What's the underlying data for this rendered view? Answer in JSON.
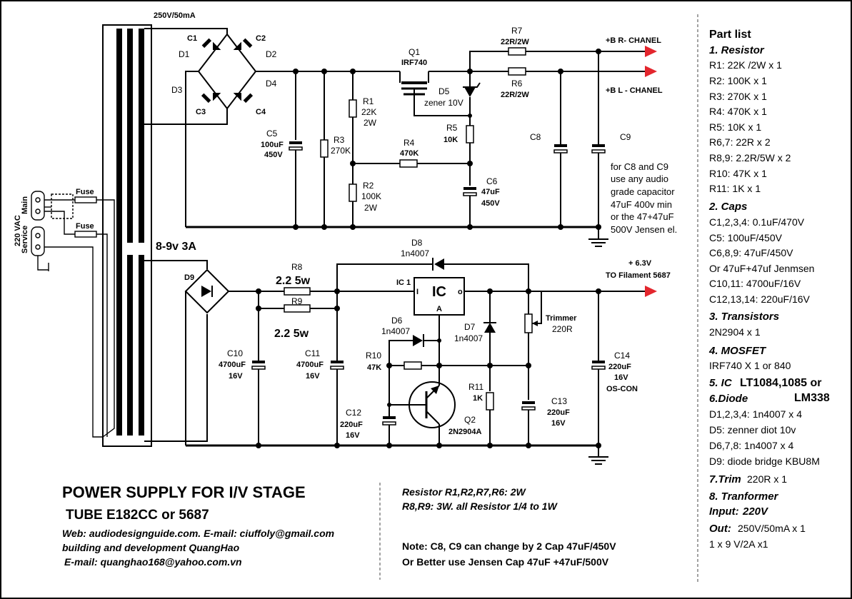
{
  "colors": {
    "arrow": "#e3262d",
    "wire": "#000000",
    "background": "#ffffff"
  },
  "transformer": {
    "hv_rating": "250V/50mA",
    "lv_rating": "8-9v 3A"
  },
  "mains": {
    "voltage": "220 VAC",
    "switch_main": "Main",
    "switch_service": "Service",
    "fuse1": "Fuse",
    "fuse2": "Fuse"
  },
  "hv": {
    "c1": "C1",
    "c2": "C2",
    "c3": "C3",
    "c4": "C4",
    "d1": "D1",
    "d2": "D2",
    "d3": "D3",
    "d4": "D4",
    "c5_ref": "C5",
    "c5_val1": "100uF",
    "c5_val2": "450V",
    "r3_ref": "R3",
    "r3_val": "270K",
    "r1_ref": "R1",
    "r1_val1": "22K",
    "r1_val2": "2W",
    "r2_ref": "R2",
    "r2_val1": "100K",
    "r2_val2": "2W",
    "r4_ref": "R4",
    "r4_val": "470K",
    "q1_ref": "Q1",
    "q1_val": "IRF740",
    "d5_ref": "D5",
    "d5_val": "zener 10V",
    "r5_ref": "R5",
    "r5_val": "10K",
    "c6_ref": "C6",
    "c6_val1": "47uF",
    "c6_val2": "450V",
    "r7_ref": "R7",
    "r7_val": "22R/2W",
    "r6_ref": "R6",
    "r6_val": "22R/2W",
    "c8_ref": "C8",
    "c9_ref": "C9",
    "out_r": "+B  R- CHANEL",
    "out_l": "+B  L - CHANEL",
    "note_lines": [
      "for C8 and C9",
      "use any audio",
      "grade capacitor",
      "47uF 400v min",
      "or the 47+47uF",
      "500V Jensen el."
    ]
  },
  "lv": {
    "d9_ref": "D9",
    "r8_ref": "R8",
    "r8_val": "2.2  5w",
    "r9_ref": "R9",
    "r9_val": "2.2  5w",
    "d8_ref": "D8",
    "d8_val": "1n4007",
    "ic_ref": "IC 1",
    "ic_body": "IC",
    "ic_in": "I",
    "ic_out": "o",
    "ic_adj": "A",
    "out_label": "+ 6.3V",
    "out_label2": "TO Filament 5687",
    "c10_ref": "C10",
    "c10_val1": "4700uF",
    "c10_val2": "16V",
    "c11_ref": "C11",
    "c11_val1": "4700uF",
    "c11_val2": "16V",
    "d6_ref": "D6",
    "d6_val": "1n4007",
    "r10_ref": "R10",
    "r10_val": "47K",
    "c12_ref": "C12",
    "c12_val1": "220uF",
    "c12_val2": "16V",
    "q2_ref": "Q2",
    "q2_val": "2N2904A",
    "d7_ref": "D7",
    "d7_val": "1n4007",
    "r11_ref": "R11",
    "r11_val": "1K",
    "trim_ref": "Trimmer",
    "trim_val": "220R",
    "c13_ref": "C13",
    "c13_val1": "220uF",
    "c13_val2": "16V",
    "c14_ref": "C14",
    "c14_val1": "220uF",
    "c14_val2": "16V",
    "c14_val3": "OS-CON"
  },
  "footer": {
    "title": "POWER SUPPLY FOR I/V STAGE",
    "subtitle": "TUBE E182CC or 5687",
    "web": "Web: audiodesignguide.com. E-mail: ciuffoly@gmail.com",
    "building": "building and development QuangHao",
    "email2": "E-mail: quanghao168@yahoo.com.vn",
    "resistor_note1": "Resistor R1,R2,R7,R6: 2W",
    "resistor_note2": "R8,R9: 3W. all Resistor 1/4  to 1W",
    "cap_note1": "Note: C8, C9 can change by 2 Cap 47uF/450V",
    "cap_note2": "Or Better use Jensen Cap 47uF +47uF/500V"
  },
  "partlist": {
    "title": "Part list",
    "s1": "1. Resistor",
    "r_items": [
      "R1: 22K /2W x 1",
      "R2: 100K x 1",
      "R3: 270K x 1",
      "R4: 470K x 1",
      "R5: 10K x 1",
      "R6,7: 22R x 2",
      "R8,9: 2.2R/5W x 2",
      "R10: 47K x 1",
      "R11: 1K x 1"
    ],
    "s2": "2. Caps",
    "c_items": [
      " C1,2,3,4: 0.1uF/470V",
      "C5: 100uF/450V",
      "C6,8,9: 47uF/450V",
      "Or 47uF+47uf Jenmsen",
      "C10,11: 4700uF/16V",
      "C12,13,14: 220uF/16V"
    ],
    "s3": "3. Transistors",
    "t_items": [
      "2N2904 x 1"
    ],
    "s4": "4. MOSFET",
    "m_items": [
      "IRF740 X 1 or 840"
    ],
    "s5": "5. IC",
    "ic_text1": "LT1084,1085 or",
    "s6": "6.Diode",
    "ic_text2": "LM338",
    "d_items": [
      "D1,2,3,4: 1n4007 x 4",
      "D5: zenner diot 10v",
      "D6,7,8: 1n4007 x 4",
      "D9:  diode bridge KBU8M"
    ],
    "s7": "7.Trim",
    "trim_item": "220R x 1",
    "s8": "8. Tranformer",
    "input_label": "Input:",
    "input_val": "220V",
    "out_label": "Out:",
    "out_val": "250V/50mA x 1",
    "out_val2": "1 x 9 V/2A x1"
  }
}
